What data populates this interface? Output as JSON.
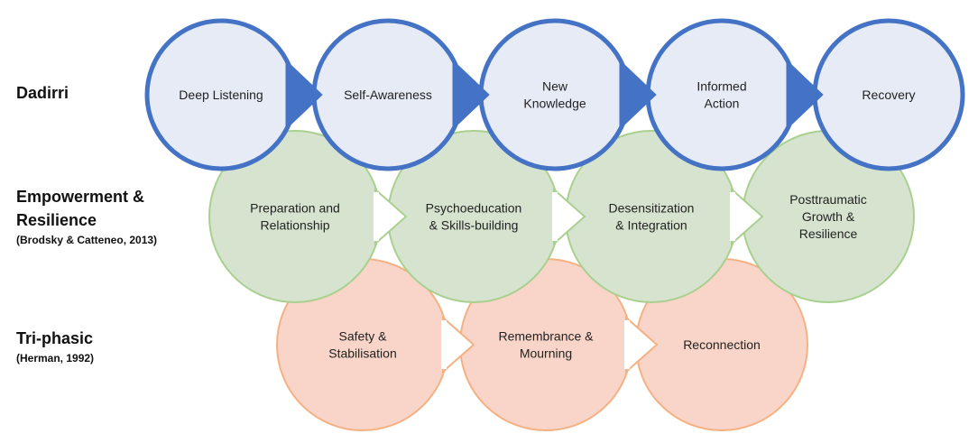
{
  "rows": [
    {
      "id": "dadirri",
      "label": "Dadirri",
      "citation": "",
      "colors": {
        "fill": "#e6ebf6",
        "stroke": "#4472c4",
        "arrow": "#4472c4"
      },
      "steps": [
        {
          "lines": [
            "Deep Listening"
          ]
        },
        {
          "lines": [
            "Self-Awareness"
          ]
        },
        {
          "lines": [
            "New",
            "Knowledge"
          ]
        },
        {
          "lines": [
            "Informed",
            "Action"
          ]
        },
        {
          "lines": [
            "Recovery"
          ]
        }
      ]
    },
    {
      "id": "empowerment",
      "label_lines": [
        "Empowerment &",
        "Resilience"
      ],
      "citation": "(Brodsky & Catteneo, 2013)",
      "colors": {
        "fill": "#d6e4cf",
        "stroke": "#a9d08e",
        "arrow": "#ffffff"
      },
      "steps": [
        {
          "lines": [
            "Preparation and",
            "Relationship"
          ]
        },
        {
          "lines": [
            "Psychoeducation",
            "& Skills-building"
          ]
        },
        {
          "lines": [
            "Desensitization",
            "& Integration"
          ]
        },
        {
          "lines": [
            "Posttraumatic",
            "Growth &",
            "Resilience"
          ]
        }
      ]
    },
    {
      "id": "triphasic",
      "label": "Tri-phasic",
      "citation": "(Herman, 1992)",
      "colors": {
        "fill": "#f8d5c8",
        "stroke": "#f4b183",
        "arrow": "#ffffff"
      },
      "steps": [
        {
          "lines": [
            "Safety &",
            "Stabilisation"
          ]
        },
        {
          "lines": [
            "Remembrance &",
            "Mourning"
          ]
        },
        {
          "lines": [
            "Reconnection"
          ]
        }
      ]
    }
  ]
}
